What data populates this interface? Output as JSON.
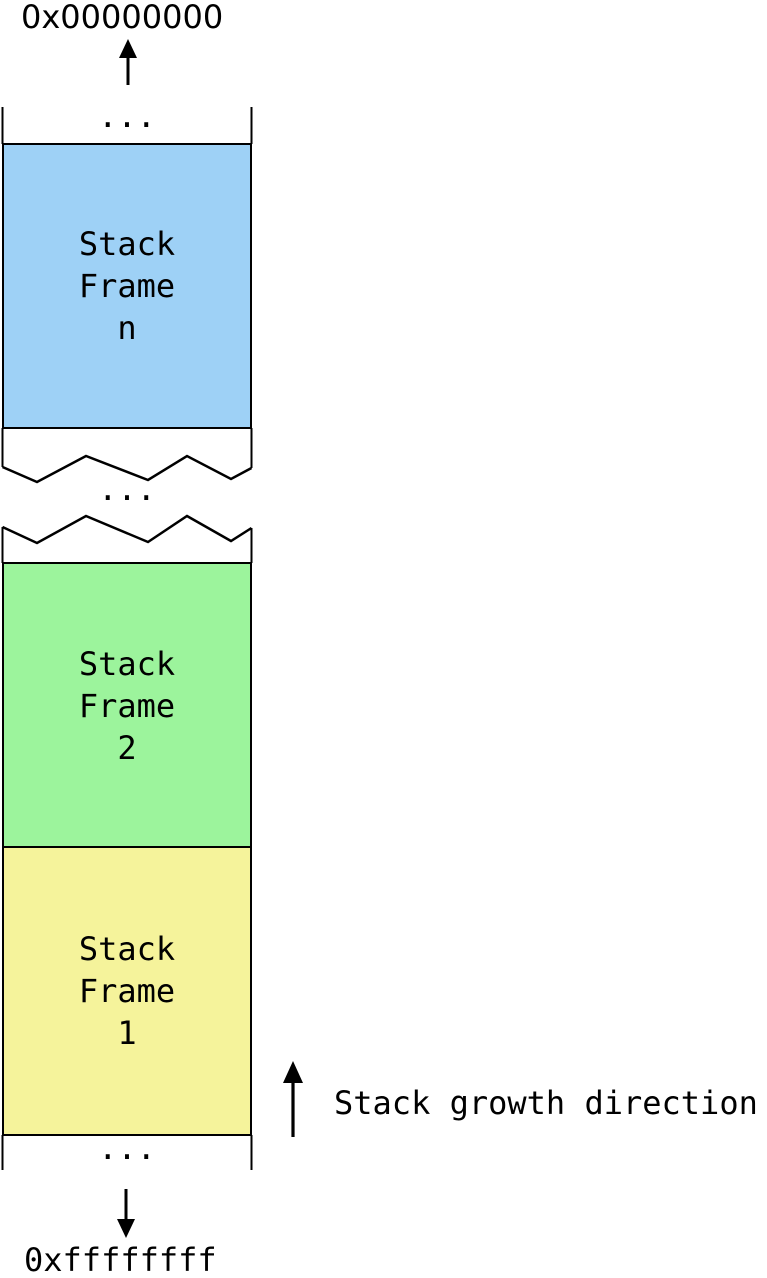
{
  "diagram": {
    "title": "stack-memory-layout",
    "top_address": "0x00000000",
    "bottom_address": "0xffffffff",
    "ellipsis": "...",
    "growth_label": "Stack growth direction",
    "frames": [
      {
        "id": "n",
        "label": "Stack\nFrame\nn",
        "color": "#9ED1F6"
      },
      {
        "id": "2",
        "label": "Stack\nFrame\n2",
        "color": "#9CF49C"
      },
      {
        "id": "1",
        "label": "Stack\nFrame\n1",
        "color": "#F5F39B"
      }
    ],
    "colors": {
      "line": "#000000",
      "background": "#ffffff",
      "frame_n_fill": "#9ED1F6",
      "frame_2_fill": "#9CF49C",
      "frame_1_fill": "#F5F39B"
    }
  }
}
